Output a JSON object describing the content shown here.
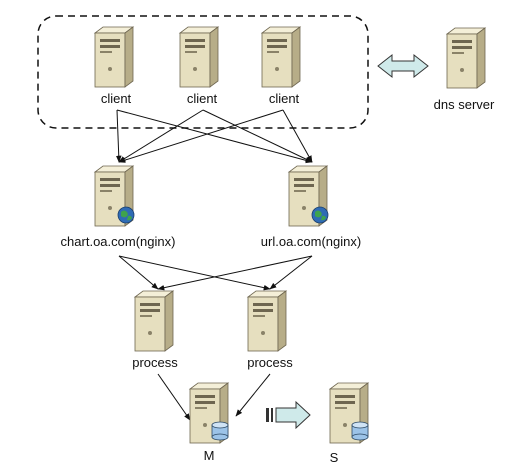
{
  "nodes": {
    "client_1": {
      "label": "client"
    },
    "client_2": {
      "label": "client"
    },
    "client_3": {
      "label": "client"
    },
    "dns_server": {
      "label": "dns server"
    },
    "proxy_chart": {
      "label": "chart.oa.com(nginx)"
    },
    "proxy_url": {
      "label": "url.oa.com(nginx)"
    },
    "process_1": {
      "label": "process"
    },
    "process_2": {
      "label": "process"
    },
    "db_master": {
      "label": "M"
    },
    "db_slave": {
      "label": "S"
    }
  },
  "colors": {
    "server_body": "#e6dfbf",
    "server_side": "#b7ad88",
    "server_top": "#f4efd8",
    "globe": "#2f6bb5",
    "globe_land": "#3fa34d",
    "database": "#9cc3e8",
    "arrow_fill": "#cfeaea",
    "arrow_stroke": "#333333",
    "dashed_border": "#111111"
  },
  "icons": [
    "server-icon",
    "web-server-icon",
    "database-server-icon",
    "bidirectional-arrow-icon",
    "replication-arrow-icon"
  ]
}
